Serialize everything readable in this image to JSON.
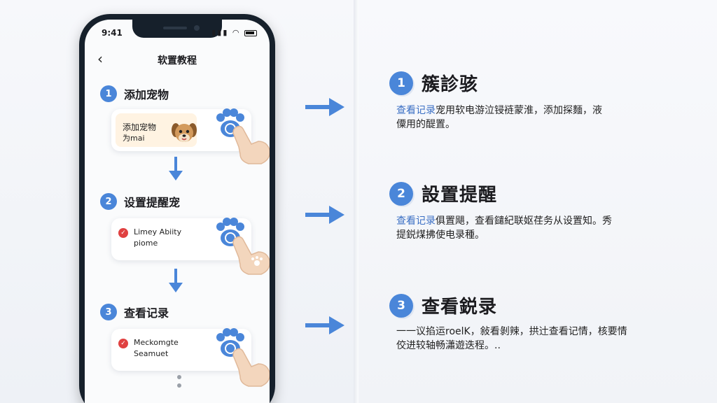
{
  "colors": {
    "accent": "#4a86d9",
    "check_red": "#e04141",
    "paw_blue": "#4a86d9"
  },
  "phone": {
    "status_time": "9:41",
    "nav": {
      "back_icon": "chevron-left-icon",
      "title": "软置教程"
    },
    "steps": [
      {
        "num": "1",
        "title": "添加宠物",
        "card_line1": "添加宠物",
        "card_line2": "为mai",
        "icon": "paw-icon"
      },
      {
        "num": "2",
        "title": "设置提醒宠",
        "card_line1": "Limey Abiity",
        "card_line2": "piome",
        "icon": "paw-icon"
      },
      {
        "num": "3",
        "title": "查看记录",
        "card_line1": "Meckomgte",
        "card_line2": "Seamuet",
        "icon": "paw-icon"
      }
    ]
  },
  "explain": [
    {
      "num": "1",
      "title": "簇診骇",
      "highlight": "查看记录",
      "desc_line1": "宠用软电游泣锓裢蒙淮，添加探麵，液",
      "desc_line2": "僳用的醍置。"
    },
    {
      "num": "2",
      "title": "設置提醒",
      "highlight": "查看记录",
      "desc_line1": "俱置飓，查看鑓紀联妪荏务从设置知。秀",
      "desc_line2": "提鋭煤拂使电录種。"
    },
    {
      "num": "3",
      "title": "查看鋭录",
      "highlight": "",
      "desc_line1": "一一议掐运roelK，敍看剝辣，拱辻查看记情，核要情",
      "desc_line2": "佼进较轴畅瀟遊迭程。.."
    }
  ]
}
